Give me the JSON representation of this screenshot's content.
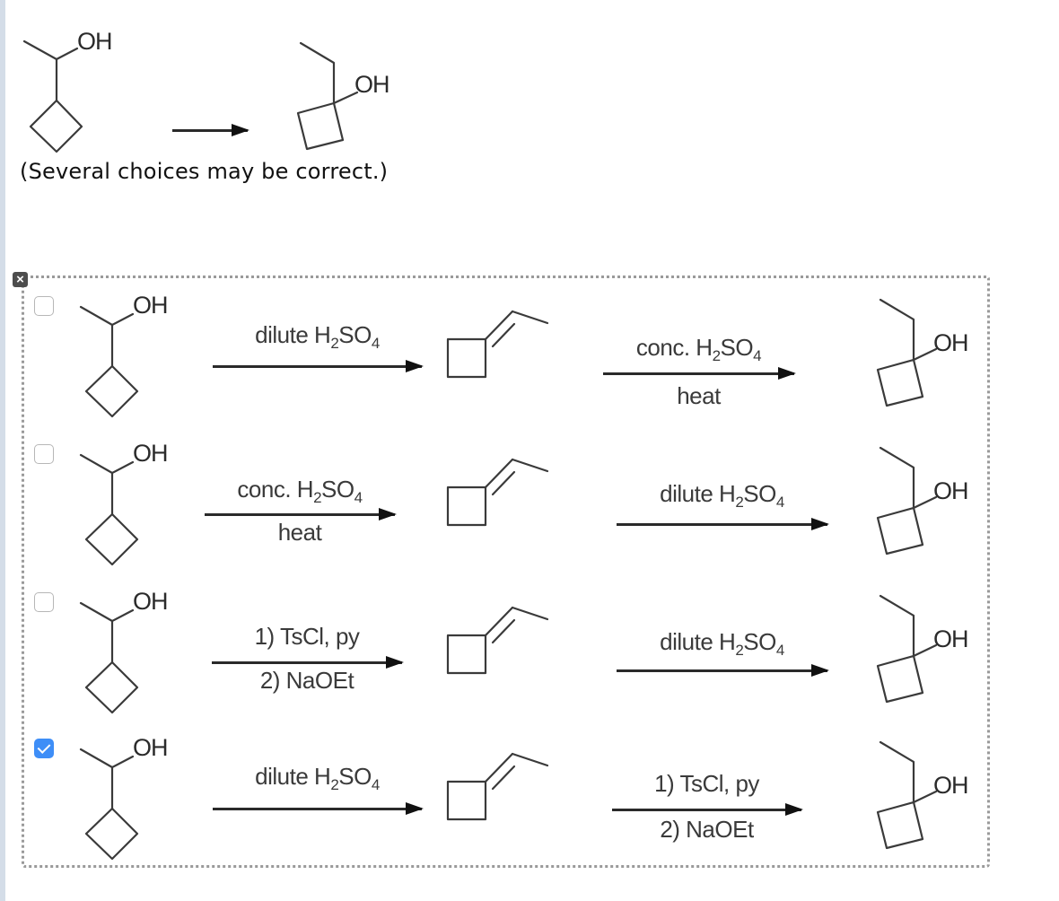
{
  "question": {
    "starting_material": {
      "label": "OH",
      "name": "1-cyclobutylethanol"
    },
    "product": {
      "label": "OH",
      "name": "1-ethylcyclobutanol"
    },
    "note": "(Several choices may be correct.)"
  },
  "choices_panel": {
    "remove_icon": "close-x-icon"
  },
  "choices": [
    {
      "checked": false,
      "start_label": "OH",
      "step1": {
        "above": "dilute H₂SO₄",
        "above_parts": [
          "dilute H",
          "2",
          "SO",
          "4"
        ],
        "below": ""
      },
      "step2": {
        "above": "conc. H₂SO₄",
        "above_parts": [
          "conc. H",
          "2",
          "SO",
          "4"
        ],
        "below": "heat"
      },
      "product_label": "OH"
    },
    {
      "checked": false,
      "start_label": "OH",
      "step1": {
        "above": "conc. H₂SO₄",
        "above_parts": [
          "conc. H",
          "2",
          "SO",
          "4"
        ],
        "below": "heat"
      },
      "step2": {
        "above": "dilute H₂SO₄",
        "above_parts": [
          "dilute H",
          "2",
          "SO",
          "4"
        ],
        "below": ""
      },
      "product_label": "OH"
    },
    {
      "checked": false,
      "start_label": "OH",
      "step1": {
        "above": "1) TsCl, py",
        "below": "2) NaOEt"
      },
      "step2": {
        "above": "dilute H₂SO₄",
        "above_parts": [
          "dilute H",
          "2",
          "SO",
          "4"
        ],
        "below": ""
      },
      "product_label": "OH"
    },
    {
      "checked": true,
      "start_label": "OH",
      "step1": {
        "above": "dilute H₂SO₄",
        "above_parts": [
          "dilute H",
          "2",
          "SO",
          "4"
        ],
        "below": ""
      },
      "step2": {
        "above": "1) TsCl, py",
        "below": "2) NaOEt"
      },
      "product_label": "OH"
    }
  ],
  "colors": {
    "checkbox_checked": "#3e8ef7",
    "checkbox_border": "#b7b7b7",
    "dotted_border": "#9a9a9a",
    "left_strip": "#d4dde8"
  }
}
